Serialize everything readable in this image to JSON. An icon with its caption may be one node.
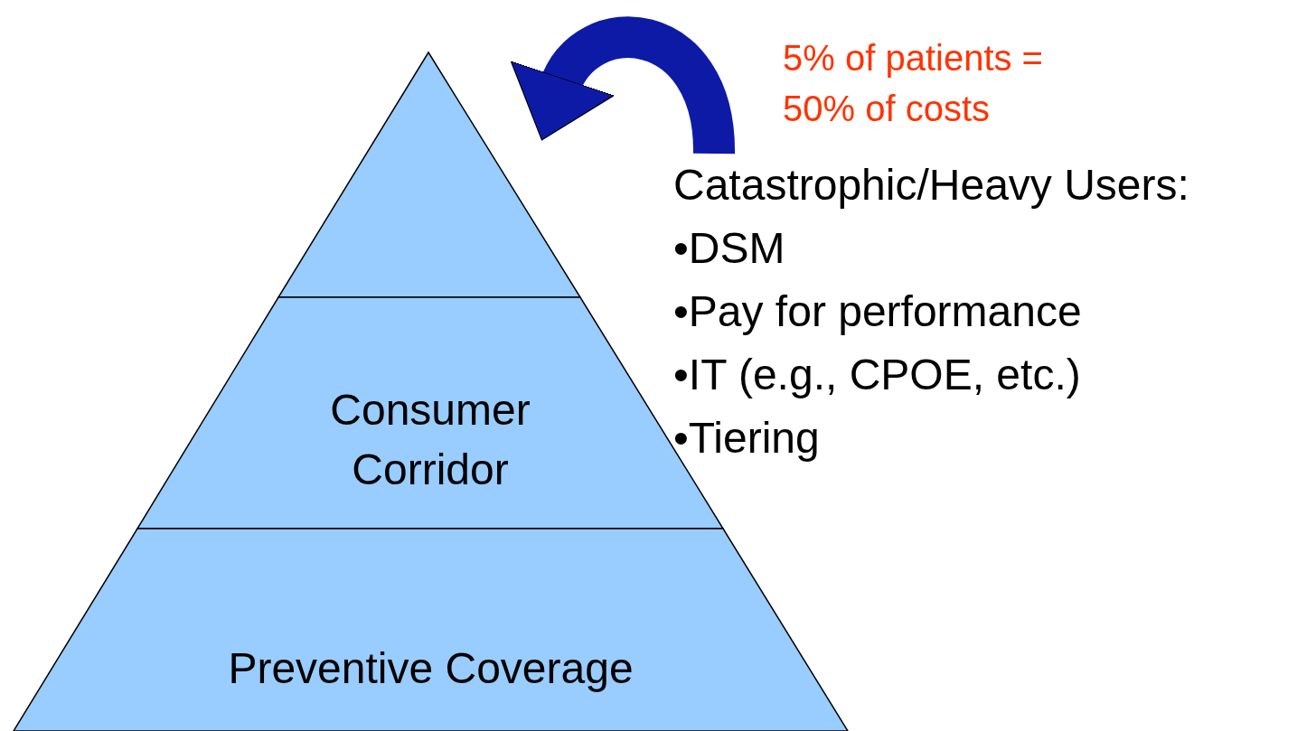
{
  "diagram": {
    "nodes": [
      {
        "text": [],
        "shape": "triangle"
      },
      {
        "text": [
          "Consumer Corridor"
        ]
      },
      {
        "text": [
          "Preventive Coverage"
        ]
      },
      {
        "text": [
          "Catastrophic/Heavy Users:",
          "•DSM",
          "•Pay for performance",
          "•IT (e.g., CPOE, etc.)",
          "•Tiering"
        ]
      }
    ],
    "edges": [
      {
        "from": 3,
        "to": 0,
        "arrow": "to"
      }
    ],
    "labels": [
      "5% of patients = 50% of costs"
    ]
  }
}
